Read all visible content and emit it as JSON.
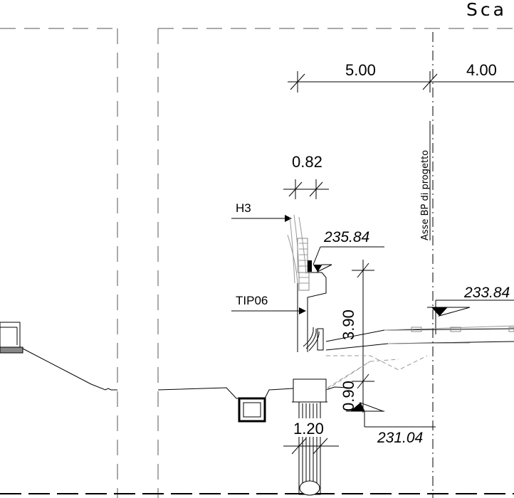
{
  "header": {
    "scale_text": "Sca"
  },
  "dimensions": {
    "left_width": "5.00",
    "right_width": "4.00",
    "barrier_width": "0.82",
    "wall_height": "3.90",
    "foundation_height": "0.90",
    "pile_width": "1.20"
  },
  "labels": {
    "barrier_type": "H3",
    "wall_type": "TIP06",
    "axis_label": "Asse BP di progetto"
  },
  "elevations": {
    "top_wall": "235.84",
    "road": "233.84",
    "foundation": "231.04"
  }
}
